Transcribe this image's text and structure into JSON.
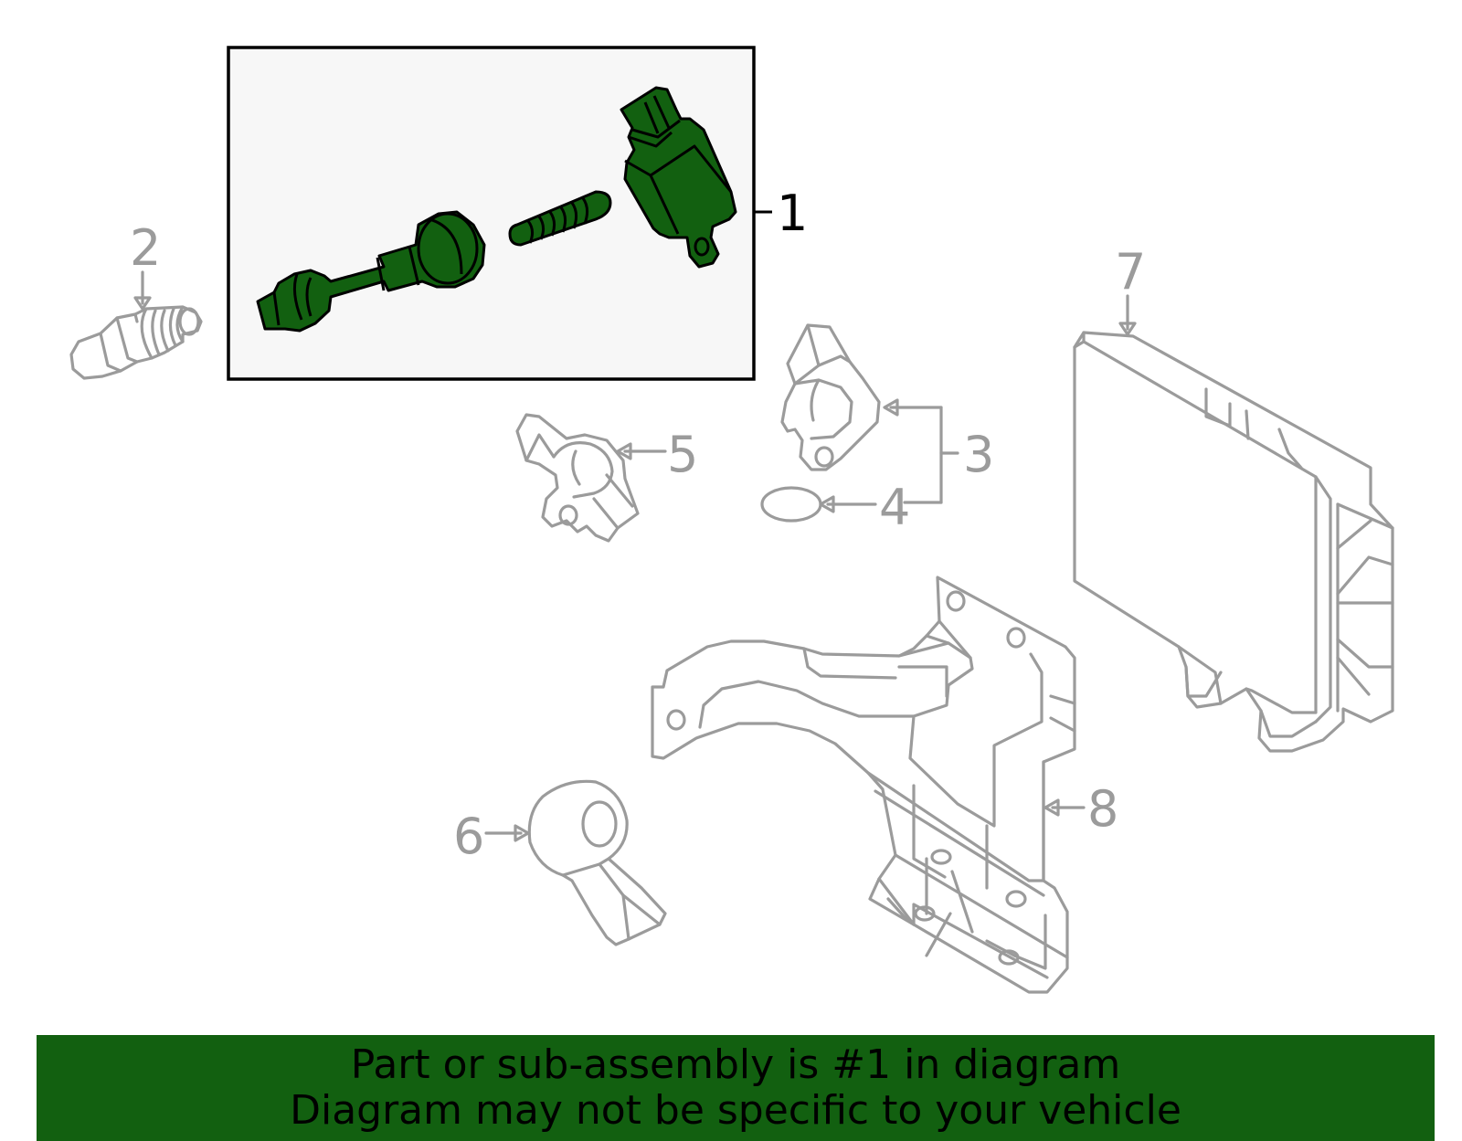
{
  "colors": {
    "highlight_fill": "#126010",
    "highlight_stroke": "#000000",
    "inset_background": "#f7f7f7",
    "gray_part": "#9b9b9b",
    "banner_background": "#126010",
    "banner_text": "#000000"
  },
  "callouts": [
    {
      "id": "1",
      "label": "1",
      "highlighted": true
    },
    {
      "id": "2",
      "label": "2",
      "highlighted": false
    },
    {
      "id": "3",
      "label": "3",
      "highlighted": false
    },
    {
      "id": "4",
      "label": "4",
      "highlighted": false
    },
    {
      "id": "5",
      "label": "5",
      "highlighted": false
    },
    {
      "id": "6",
      "label": "6",
      "highlighted": false
    },
    {
      "id": "7",
      "label": "7",
      "highlighted": false
    },
    {
      "id": "8",
      "label": "8",
      "highlighted": false
    }
  ],
  "banner": {
    "line1": "Part or sub-assembly is #1 in diagram",
    "line2": "Diagram may not be specific to your vehicle"
  }
}
